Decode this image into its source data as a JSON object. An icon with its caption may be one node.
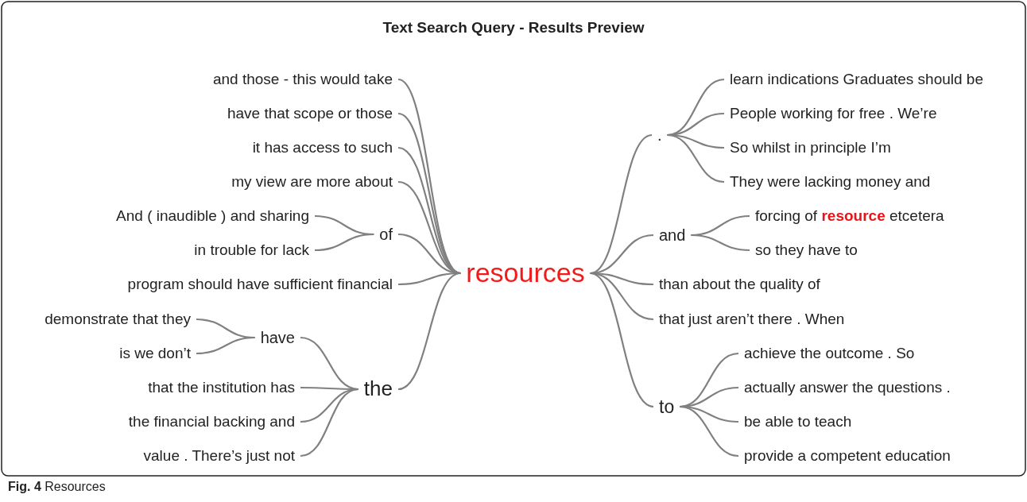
{
  "diagram": {
    "title": "Text Search Query - Results Preview",
    "caption": "**Fig. 4** Resources",
    "nodes": [
      {
        "text": [
          "resources"
        ]
      },
      {
        "text": [
          "and those - this would take"
        ]
      },
      {
        "text": [
          "have that scope or those"
        ]
      },
      {
        "text": [
          "it has access to such"
        ]
      },
      {
        "text": [
          "my view are more about"
        ]
      },
      {
        "text": [
          "of"
        ]
      },
      {
        "text": [
          "And ( inaudible ) and sharing"
        ]
      },
      {
        "text": [
          "in trouble for lack"
        ]
      },
      {
        "text": [
          "program should have sufficient financial"
        ]
      },
      {
        "text": [
          "the"
        ]
      },
      {
        "text": [
          "have"
        ]
      },
      {
        "text": [
          "demonstrate that they"
        ]
      },
      {
        "text": [
          "is we don’t"
        ]
      },
      {
        "text": [
          "that the institution has"
        ]
      },
      {
        "text": [
          "the financial backing and"
        ]
      },
      {
        "text": [
          "value . There’s just not"
        ]
      },
      {
        "text": [
          "."
        ]
      },
      {
        "text": [
          "learn indications Graduates should be"
        ]
      },
      {
        "text": [
          "People working for free . We’re"
        ]
      },
      {
        "text": [
          "So whilst in principle I’m"
        ]
      },
      {
        "text": [
          "They were lacking money and"
        ]
      },
      {
        "text": [
          "and"
        ]
      },
      {
        "text": [
          "forcing of **resource** etcetera"
        ]
      },
      {
        "text": [
          "so they have to"
        ]
      },
      {
        "text": [
          "than about the quality of"
        ]
      },
      {
        "text": [
          "that just aren’t there . When"
        ]
      },
      {
        "text": [
          "to"
        ]
      },
      {
        "text": [
          "achieve the outcome . So"
        ]
      },
      {
        "text": [
          "actually answer the questions ."
        ]
      },
      {
        "text": [
          "be able to teach"
        ]
      },
      {
        "text": [
          "provide a competent education"
        ]
      }
    ],
    "edges": [
      {
        "from": 0,
        "to": 1,
        "arrow": "none"
      },
      {
        "from": 0,
        "to": 2,
        "arrow": "none"
      },
      {
        "from": 0,
        "to": 3,
        "arrow": "none"
      },
      {
        "from": 0,
        "to": 4,
        "arrow": "none"
      },
      {
        "from": 0,
        "to": 5,
        "arrow": "none"
      },
      {
        "from": 5,
        "to": 6,
        "arrow": "none"
      },
      {
        "from": 5,
        "to": 7,
        "arrow": "none"
      },
      {
        "from": 0,
        "to": 8,
        "arrow": "none"
      },
      {
        "from": 0,
        "to": 9,
        "arrow": "none"
      },
      {
        "from": 9,
        "to": 10,
        "arrow": "none"
      },
      {
        "from": 10,
        "to": 11,
        "arrow": "none"
      },
      {
        "from": 10,
        "to": 12,
        "arrow": "none"
      },
      {
        "from": 9,
        "to": 13,
        "arrow": "none"
      },
      {
        "from": 9,
        "to": 14,
        "arrow": "none"
      },
      {
        "from": 9,
        "to": 15,
        "arrow": "none"
      },
      {
        "from": 0,
        "to": 16,
        "arrow": "none"
      },
      {
        "from": 16,
        "to": 17,
        "arrow": "none"
      },
      {
        "from": 16,
        "to": 18,
        "arrow": "none"
      },
      {
        "from": 16,
        "to": 19,
        "arrow": "none"
      },
      {
        "from": 16,
        "to": 20,
        "arrow": "none"
      },
      {
        "from": 0,
        "to": 21,
        "arrow": "none"
      },
      {
        "from": 21,
        "to": 22,
        "arrow": "none"
      },
      {
        "from": 21,
        "to": 23,
        "arrow": "none"
      },
      {
        "from": 0,
        "to": 24,
        "arrow": "none"
      },
      {
        "from": 0,
        "to": 25,
        "arrow": "none"
      },
      {
        "from": 0,
        "to": 26,
        "arrow": "none"
      },
      {
        "from": 26,
        "to": 27,
        "arrow": "none"
      },
      {
        "from": 26,
        "to": 28,
        "arrow": "none"
      },
      {
        "from": 26,
        "to": 29,
        "arrow": "none"
      },
      {
        "from": 26,
        "to": 30,
        "arrow": "none"
      }
    ]
  }
}
